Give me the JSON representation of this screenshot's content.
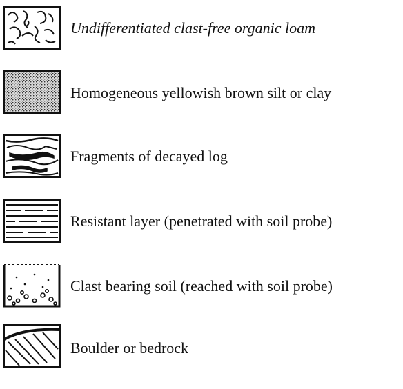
{
  "legend": {
    "items": [
      {
        "symbol": "organic-loam-pattern-icon",
        "label": "Undifferentiated clast-free organic loam"
      },
      {
        "symbol": "stippled-silt-clay-pattern-icon",
        "label": "Homogeneous yellowish brown silt or clay"
      },
      {
        "symbol": "decayed-log-pattern-icon",
        "label": "Fragments of decayed log"
      },
      {
        "symbol": "dashed-layer-pattern-icon",
        "label": "Resistant layer (penetrated with soil probe)"
      },
      {
        "symbol": "clast-soil-pattern-icon",
        "label": "Clast bearing soil (reached with soil probe)"
      },
      {
        "symbol": "bedrock-pattern-icon",
        "label": "Boulder or bedrock"
      }
    ]
  },
  "colors": {
    "ink": "#111111",
    "background": "#ffffff"
  }
}
